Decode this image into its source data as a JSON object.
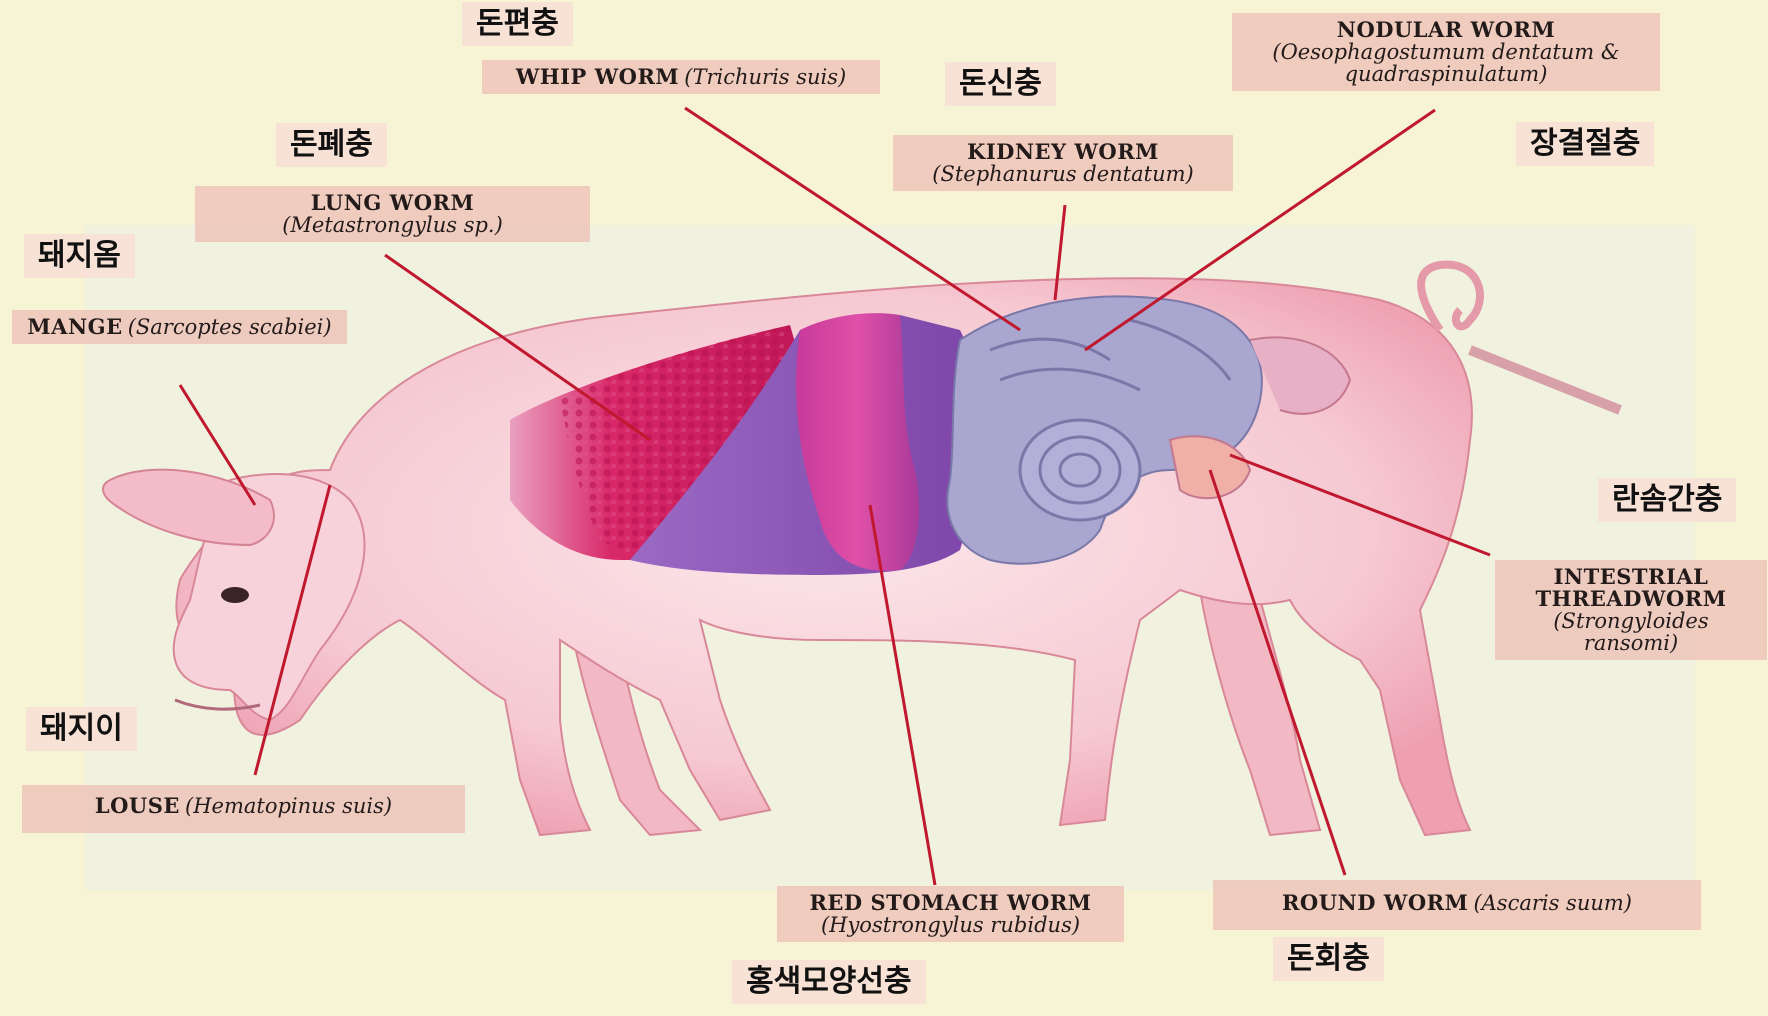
{
  "parasites": [
    {
      "id": "whip",
      "common": "WHIP WORM",
      "scientific": "(Trichuris suis)",
      "korean": "돈편충"
    },
    {
      "id": "kidney",
      "common": "KIDNEY WORM",
      "scientific": "(Stephanurus dentatum)",
      "korean": "돈신충"
    },
    {
      "id": "nodular",
      "common": "NODULAR WORM",
      "scientific": "(Oesophagostumum dentatum & quadraspinulatum)",
      "korean": "장결절충"
    },
    {
      "id": "lung",
      "common": "LUNG WORM",
      "scientific": "(Metastrongylus sp.)",
      "korean": "돈폐충"
    },
    {
      "id": "mange",
      "common": "MANGE",
      "scientific": "(Sarcoptes scabiei)",
      "korean": "돼지옴"
    },
    {
      "id": "louse",
      "common": "LOUSE",
      "scientific": "(Hematopinus suis)",
      "korean": "돼지이"
    },
    {
      "id": "threadworm",
      "common": "INTESTRIAL THREADWORM",
      "scientific": "(Strongyloides ransomi)",
      "korean": "란솜간충"
    },
    {
      "id": "redstomach",
      "common": "RED STOMACH WORM",
      "scientific": "(Hyostrongylus rubidus)",
      "korean": "홍색모양선충"
    },
    {
      "id": "round",
      "common": "ROUND WORM",
      "scientific": "(Ascaris suum)",
      "korean": "돈회충"
    }
  ],
  "colors": {
    "background": "#f6f4d4",
    "label_bg": "#eec8bc",
    "pointer_line": "#c0182e",
    "pig_body": "#f6c6cf",
    "lung": "#d8286a",
    "stomach": "#8c52b0",
    "intestine": "#a6a4cc"
  }
}
